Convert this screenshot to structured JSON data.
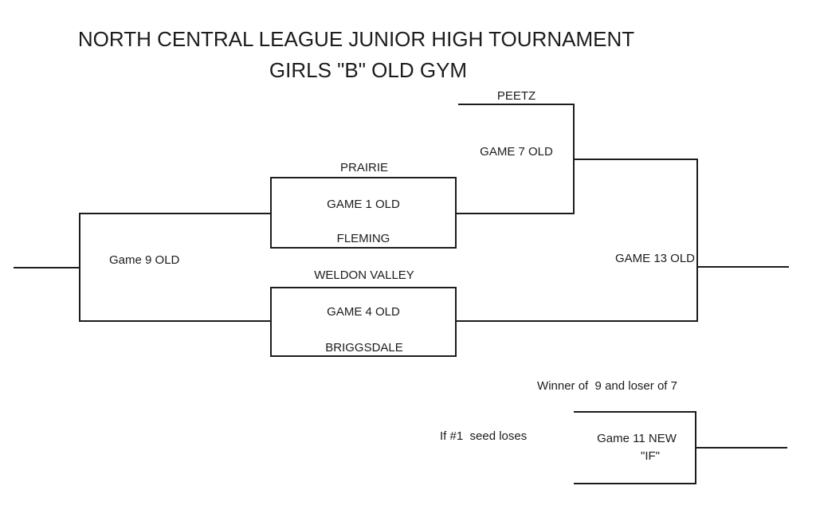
{
  "page": {
    "title_line1": "NORTH CENTRAL LEAGUE JUNIOR HIGH TOURNAMENT",
    "title_line2": "GIRLS \"B\" OLD GYM"
  },
  "bracket": {
    "top": {
      "peetz": "PEETZ",
      "game7": "GAME 7 OLD",
      "prairie": "PRAIRIE",
      "game1": "GAME 1 OLD",
      "fleming": "FLEMING",
      "game9": "Game 9 OLD",
      "weldon_valley": "WELDON VALLEY",
      "game4": "GAME 4 OLD",
      "briggsdale": "BRIGGSDALE",
      "game13": "GAME 13 OLD"
    },
    "if_game": {
      "note": "Winner of  9 and loser of 7",
      "condition": "If #1  seed loses",
      "game11": "Game 11 NEW",
      "tag": "\"IF\""
    }
  },
  "colors": {
    "line": "#1c1c1c",
    "text": "#1c1c1c",
    "background": "#ffffff"
  }
}
